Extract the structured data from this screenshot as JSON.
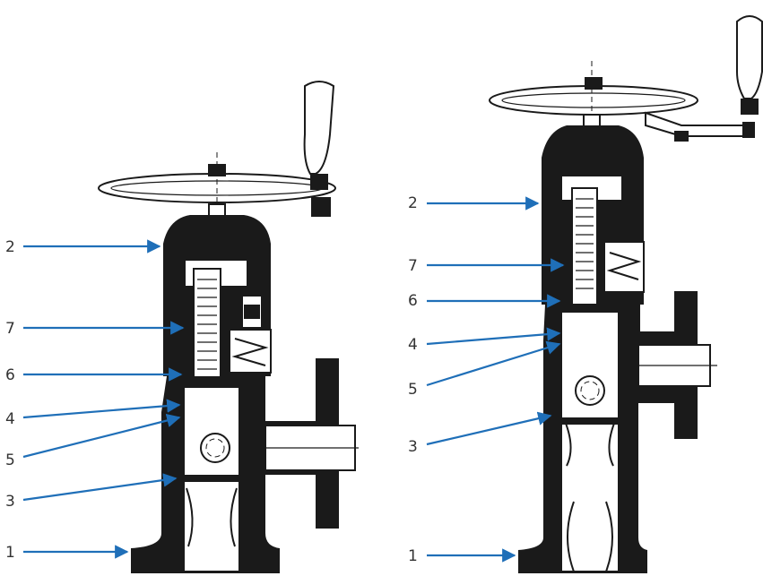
{
  "figure": {
    "left_valve": {
      "callouts": [
        {
          "id": "2",
          "label": "2"
        },
        {
          "id": "7",
          "label": "7"
        },
        {
          "id": "6",
          "label": "6"
        },
        {
          "id": "4",
          "label": "4"
        },
        {
          "id": "5",
          "label": "5"
        },
        {
          "id": "3",
          "label": "3"
        },
        {
          "id": "1",
          "label": "1"
        }
      ]
    },
    "right_valve": {
      "callouts": [
        {
          "id": "2",
          "label": "2"
        },
        {
          "id": "7",
          "label": "7"
        },
        {
          "id": "6",
          "label": "6"
        },
        {
          "id": "4",
          "label": "4"
        },
        {
          "id": "5",
          "label": "5"
        },
        {
          "id": "3",
          "label": "3"
        },
        {
          "id": "1",
          "label": "1"
        }
      ]
    },
    "colors": {
      "arrow": "#1f6fb8",
      "ink": "#1a1a1a",
      "label": "#333333",
      "background": "#ffffff"
    }
  }
}
